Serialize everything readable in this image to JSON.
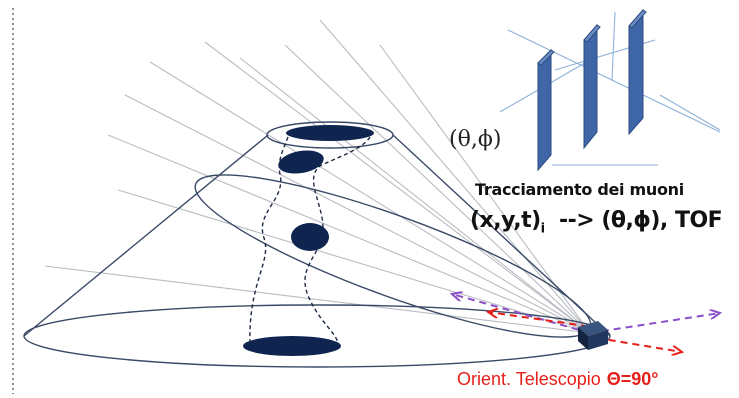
{
  "labels": {
    "angles": "(θ,ϕ)",
    "tracking": "Tracciamento dei muoni",
    "formula_main": "(x,y,t)",
    "formula_sub": "i",
    "formula_rest": "--> (θ,ϕ), TOF",
    "orientation_text": "Orient. Telescopio",
    "orientation_value": "Θ=90°"
  },
  "colors": {
    "plane_fill": "#3f66a6",
    "plane_edge": "#2b4a80",
    "cavity_fill": "#0f2550",
    "outline": "#3a4a66",
    "purple_arrow": "#8a4fc9",
    "red_arrow": "#e8201a",
    "ray_line": "#b9bcc2",
    "detector_box": "#14243f",
    "axis_line": "#8fb0d8"
  },
  "icons": {
    "detector": "telescope-box-icon",
    "planes": "tracking-planes-icon"
  }
}
